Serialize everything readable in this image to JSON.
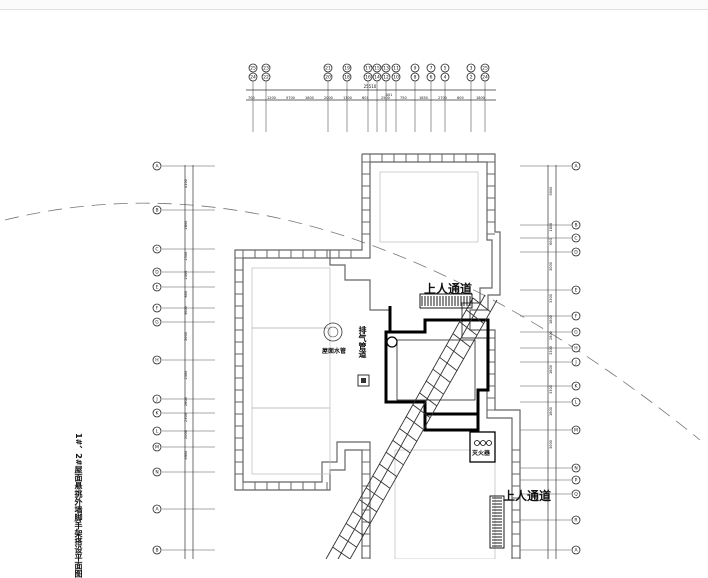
{
  "drawing": {
    "side_title": "1#、2#屋面悬挑外墙脚手架搭设平面图",
    "overall_dimension": "25510",
    "dim_a01": "A01",
    "top_dims": [
      "700",
      "1200",
      "5700",
      "1800",
      "2000",
      "1300",
      "601",
      "2500",
      "750",
      "1850",
      "2700",
      "600",
      "1800"
    ],
    "left_dims": [
      "4100",
      "2800",
      "2500",
      "2300",
      "800",
      "3600",
      "3000",
      "2300",
      "2800",
      "2300",
      "2000",
      "4900"
    ],
    "right_dims": [
      "6000",
      "1800",
      "600",
      "3000",
      "3300",
      "1800",
      "2800",
      "3300",
      "1800",
      "3300",
      "1800",
      "3000"
    ],
    "labels": {
      "access_1": "上人通道",
      "access_2": "上人通道",
      "exhaust": "排气管道",
      "drain": "屋面水管",
      "fire": "灭火器"
    },
    "axis_bubbles_top": [
      "25",
      "24",
      "23",
      "22",
      "21",
      "20",
      "19",
      "18",
      "17",
      "16",
      "15",
      "14",
      "13",
      "12",
      "11",
      "10",
      "9",
      "8",
      "7",
      "6",
      "5",
      "4",
      "3",
      "2"
    ],
    "axis_bubbles_left": [
      "A",
      "B",
      "C",
      "D",
      "E",
      "F",
      "G",
      "H",
      "J",
      "K",
      "L",
      "M",
      "N"
    ],
    "axis_bubbles_right": [
      "A",
      "B",
      "C",
      "D",
      "E",
      "F",
      "G",
      "H",
      "J",
      "K",
      "L",
      "M",
      "N",
      "P",
      "Q",
      "R"
    ]
  }
}
